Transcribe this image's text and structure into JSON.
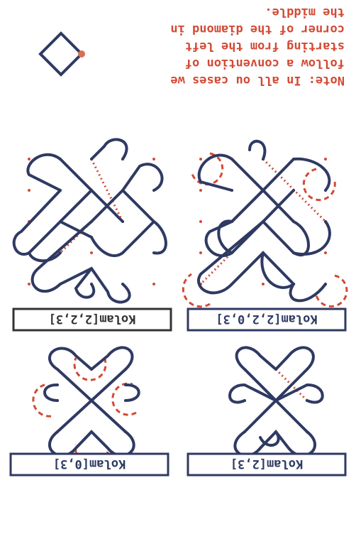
{
  "note": {
    "lines": [
      "Note: In all ou cases we",
      "follow a convention of",
      "starting from the left",
      "corner of the diamond in",
      "the middle."
    ]
  },
  "kolams": {
    "k2203": {
      "label": "Kolam[2,2,0,3]"
    },
    "k223": {
      "label": "Kolam[2,2,3]"
    },
    "k23": {
      "label": "Kolam[2,3]"
    },
    "k03": {
      "label": "Kolam[0,3]"
    }
  },
  "colors": {
    "navy": "#2f3a63",
    "red": "#d24a35",
    "dot": "#d96d55",
    "label_border_dark": "#333333"
  }
}
